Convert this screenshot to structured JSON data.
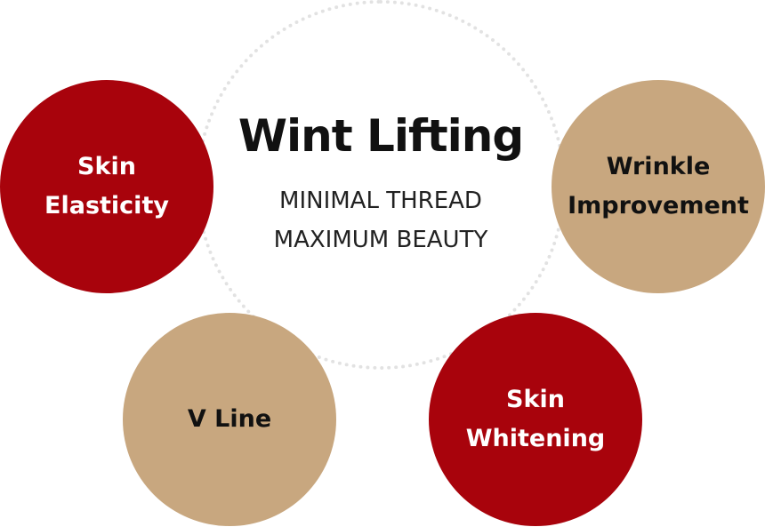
{
  "center": {
    "title": "Wint Lifting",
    "line1": "MINIMAL THREAD",
    "line2": "MAXIMUM BEAUTY"
  },
  "nodes": [
    {
      "line1": "Skin",
      "line2": "Elasticity",
      "color": "#a8030c"
    },
    {
      "line1": "Wrinkle",
      "line2": "Improvement",
      "color": "#c8a77f"
    },
    {
      "line1": "V Line",
      "color": "#c8a77f"
    },
    {
      "line1": "Skin",
      "line2": "Whitening",
      "color": "#a8030c"
    }
  ]
}
